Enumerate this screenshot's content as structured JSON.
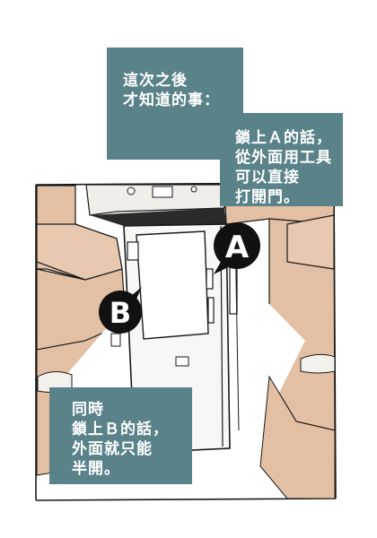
{
  "captions": {
    "first": {
      "lines": [
        "這次之後",
        "才知道的事："
      ]
    },
    "second": {
      "lines": [
        "鎖上Ａ的話，",
        "從外面用工具",
        "可以直接",
        "打開門。"
      ]
    },
    "third": {
      "lines": [
        "同時",
        "鎖上Ｂ的話，",
        "外面就只能",
        "半開。"
      ]
    }
  },
  "markers": {
    "a": "A",
    "b": "B"
  },
  "colors": {
    "caption_bg": "#5a8289",
    "wall": "#e3bfa3",
    "ink": "#1a1a1a",
    "door": "#f7f7f5",
    "paper": "#ffffff"
  }
}
